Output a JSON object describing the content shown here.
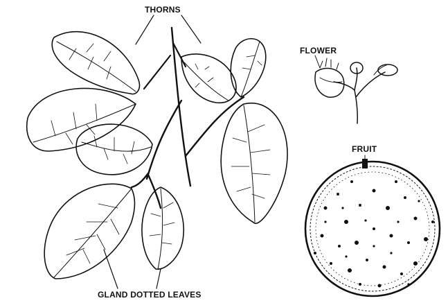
{
  "labels": {
    "thorns": "THORNS",
    "flower": "FLOWER",
    "fruit": "FRUIT",
    "gland_dotted_leaves": "GLAND DOTTED LEAVES"
  },
  "colors": {
    "ink": "#111111",
    "paper": "#ffffff"
  }
}
